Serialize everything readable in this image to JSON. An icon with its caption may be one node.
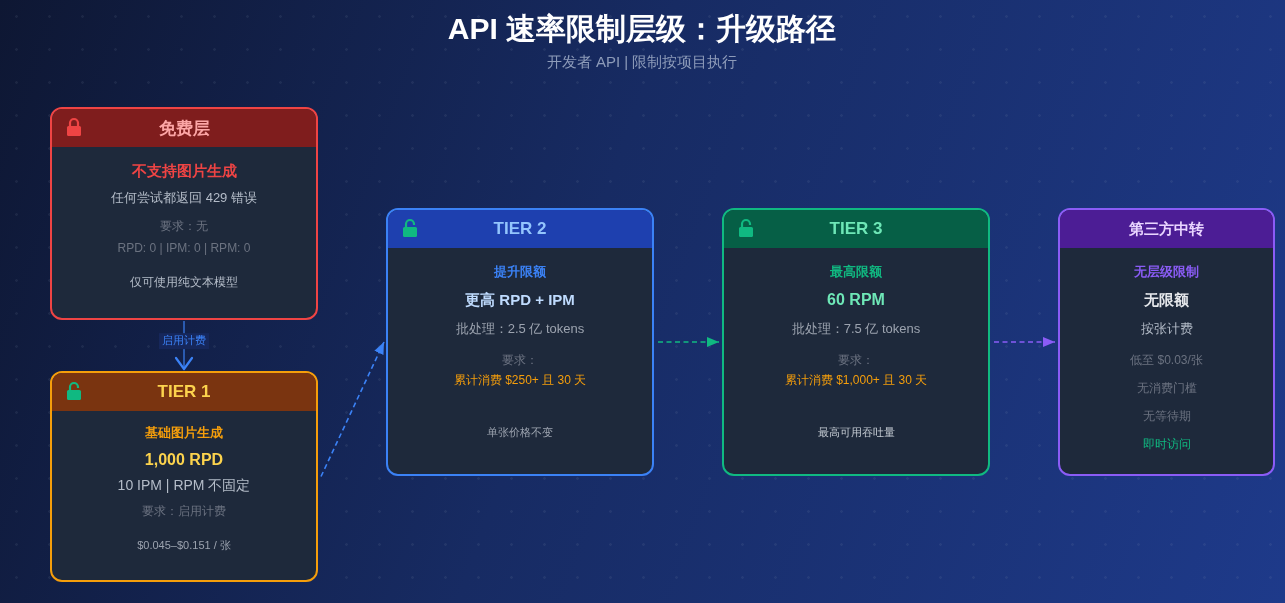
{
  "diagram": {
    "title": "API 速率限制层级：升级路径",
    "nodes": [
      {
        "text": [
          "免费层",
          "不支持图片生成",
          "任何尝试都返回 429 错误",
          "要求：无",
          "RPD: 0 | IPM: 0 | RPM: 0",
          "仅可使用纯文本模型"
        ]
      },
      {
        "text": [
          "TIER 1",
          "基础图片生成",
          "1,000 RPD",
          "10 IPM | RPM 不固定",
          "要求：启用计费",
          "$0.045–$0.151 / 张"
        ]
      },
      {
        "text": [
          "TIER 2",
          "提升限额",
          "更高 RPD + IPM",
          "批处理：2.5 亿 tokens",
          "要求：",
          "累计消费 $250+ 且 30 天",
          "单张价格不变"
        ]
      },
      {
        "text": [
          "TIER 3",
          "最高限额",
          "60 RPM",
          "批处理：7.5 亿 tokens",
          "要求：",
          "累计消费 $1,000+ 且 30 天",
          "最高可用吞吐量"
        ]
      },
      {
        "text": [
          "第三方中转",
          "无层级限制",
          "无限额",
          "按张计费",
          "低至 $0.03/张",
          "无消费门槛",
          "无等待期",
          "即时访问"
        ]
      }
    ],
    "edges": [
      {
        "from": 0,
        "to": 1,
        "arrow": "to",
        "label": "启用计费"
      },
      {
        "from": 1,
        "to": 2,
        "arrow": "to",
        "style": "dashed"
      },
      {
        "from": 2,
        "to": 3,
        "arrow": "to",
        "style": "dashed",
        "color": "#10b981"
      },
      {
        "from": 3,
        "to": 4,
        "arrow": "to",
        "style": "dashed",
        "color": "#8b5cf6"
      }
    ],
    "labels": [
      "开发者 API | 限制按项目执行"
    ]
  }
}
